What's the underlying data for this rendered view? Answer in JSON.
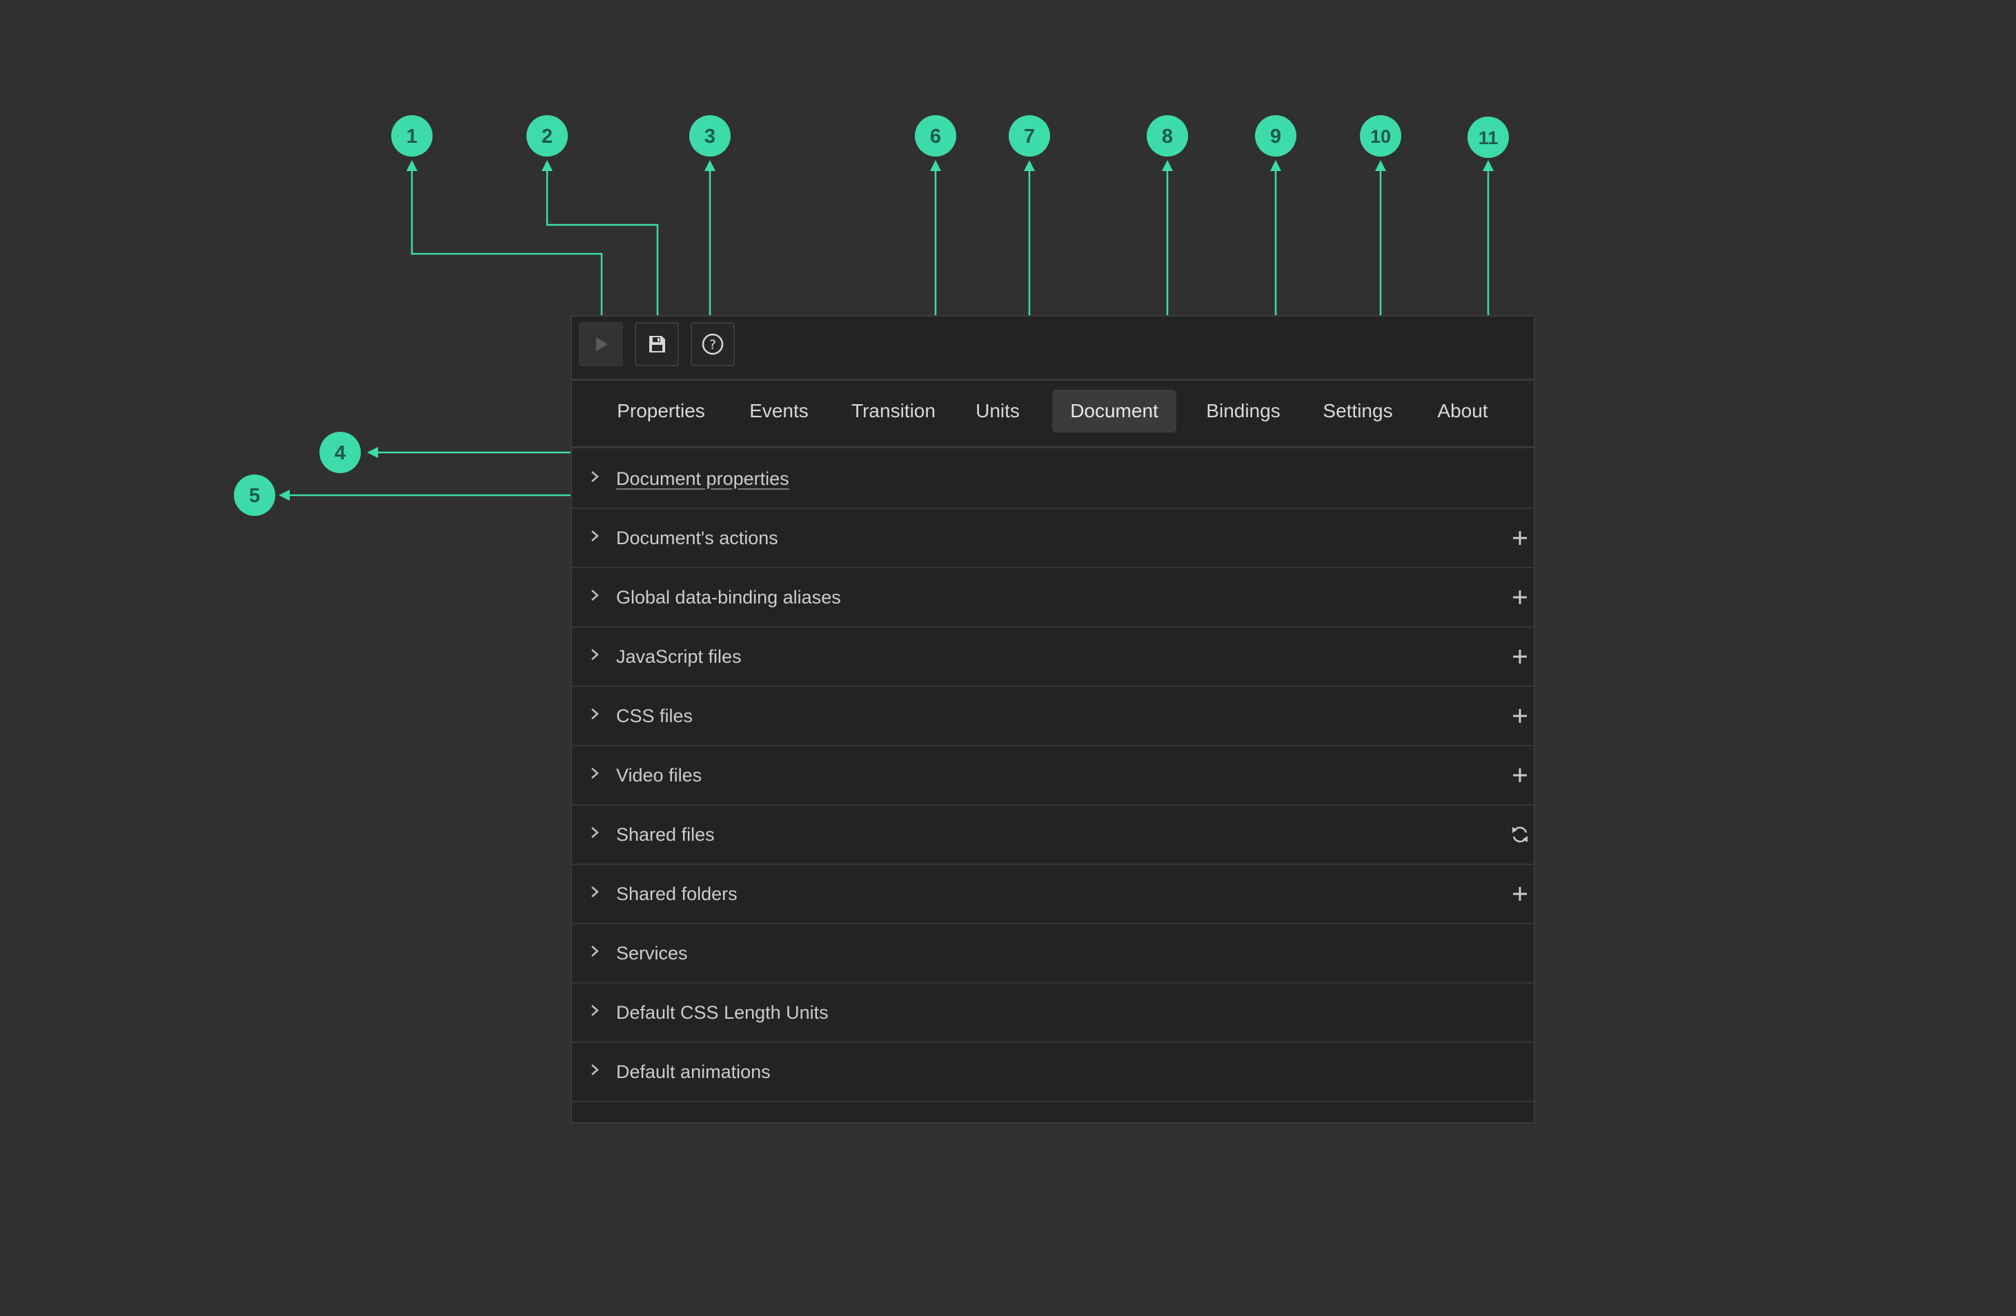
{
  "toolbar": {
    "buttons": [
      {
        "name": "play-icon",
        "disabled": true
      },
      {
        "name": "save-icon",
        "disabled": false
      },
      {
        "name": "help-icon",
        "disabled": false
      }
    ]
  },
  "tabs": [
    {
      "label": "Properties",
      "active": false
    },
    {
      "label": "Events",
      "active": false
    },
    {
      "label": "Transition",
      "active": false
    },
    {
      "label": "Units",
      "active": false
    },
    {
      "label": "Document",
      "active": true
    },
    {
      "label": "Bindings",
      "active": false
    },
    {
      "label": "Settings",
      "active": false
    },
    {
      "label": "About",
      "active": false
    }
  ],
  "sections": [
    {
      "label": "Document properties",
      "action": "none"
    },
    {
      "label": "Document's actions",
      "action": "plus-icon"
    },
    {
      "label": "Global data-binding aliases",
      "action": "plus-icon"
    },
    {
      "label": "JavaScript files",
      "action": "plus-icon"
    },
    {
      "label": "CSS files",
      "action": "plus-icon"
    },
    {
      "label": "Video files",
      "action": "plus-icon"
    },
    {
      "label": "Shared files",
      "action": "refresh-icon"
    },
    {
      "label": "Shared folders",
      "action": "plus-icon"
    },
    {
      "label": "Services",
      "action": "none"
    },
    {
      "label": "Default CSS Length Units",
      "action": "none"
    },
    {
      "label": "Default animations",
      "action": "none"
    }
  ],
  "callouts": [
    "1",
    "2",
    "3",
    "4",
    "5",
    "6",
    "7",
    "8",
    "9",
    "10",
    "11"
  ],
  "colors": {
    "background": "#303030",
    "panel": "#232323",
    "accent": "#3ddbaa",
    "active_tab": "#3b3b3b"
  }
}
